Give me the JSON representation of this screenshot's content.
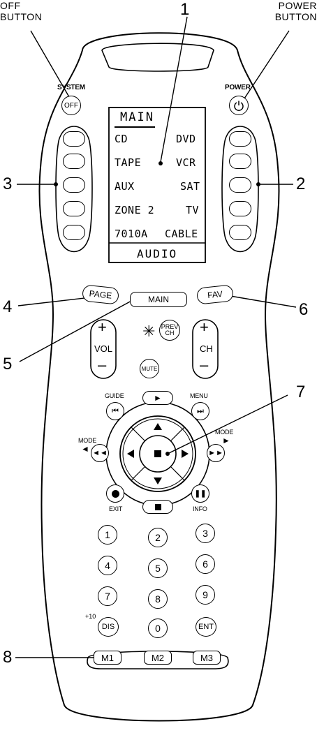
{
  "callouts": {
    "off_button": "OFF\nBUTTON",
    "power_button": "POWER\nBUTTON",
    "numbers": [
      "1",
      "2",
      "3",
      "4",
      "5",
      "6",
      "7",
      "8"
    ]
  },
  "remote": {
    "system_label": "SYSTEM",
    "off_label": "OFF",
    "power_label": "POWER",
    "lcd": {
      "title": "MAIN",
      "left": [
        "CD",
        "TAPE",
        "AUX",
        "ZONE 2",
        "7010A"
      ],
      "right": [
        "DVD",
        "VCR",
        "SAT",
        "TV",
        "CABLE"
      ],
      "bottom": "AUDIO"
    },
    "page_label": "PAGE",
    "main_label": "MAIN",
    "fav_label": "FAV",
    "vol_label": "VOL",
    "ch_label": "CH",
    "plus": "+",
    "minus": "–",
    "prev_ch_line1": "PREV",
    "prev_ch_line2": "CH",
    "mute_label": "MUTE",
    "asterisk": "✳",
    "guide_label": "GUIDE",
    "menu_label": "MENU",
    "mode_label": "MODE",
    "exit_label": "EXIT",
    "info_label": "INFO",
    "digits": [
      "1",
      "2",
      "3",
      "4",
      "5",
      "6",
      "7",
      "8",
      "9"
    ],
    "plus10": "+10",
    "dis_label": "DIS",
    "zero": "0",
    "ent_label": "ENT",
    "macros": [
      "M1",
      "M2",
      "M3"
    ]
  }
}
